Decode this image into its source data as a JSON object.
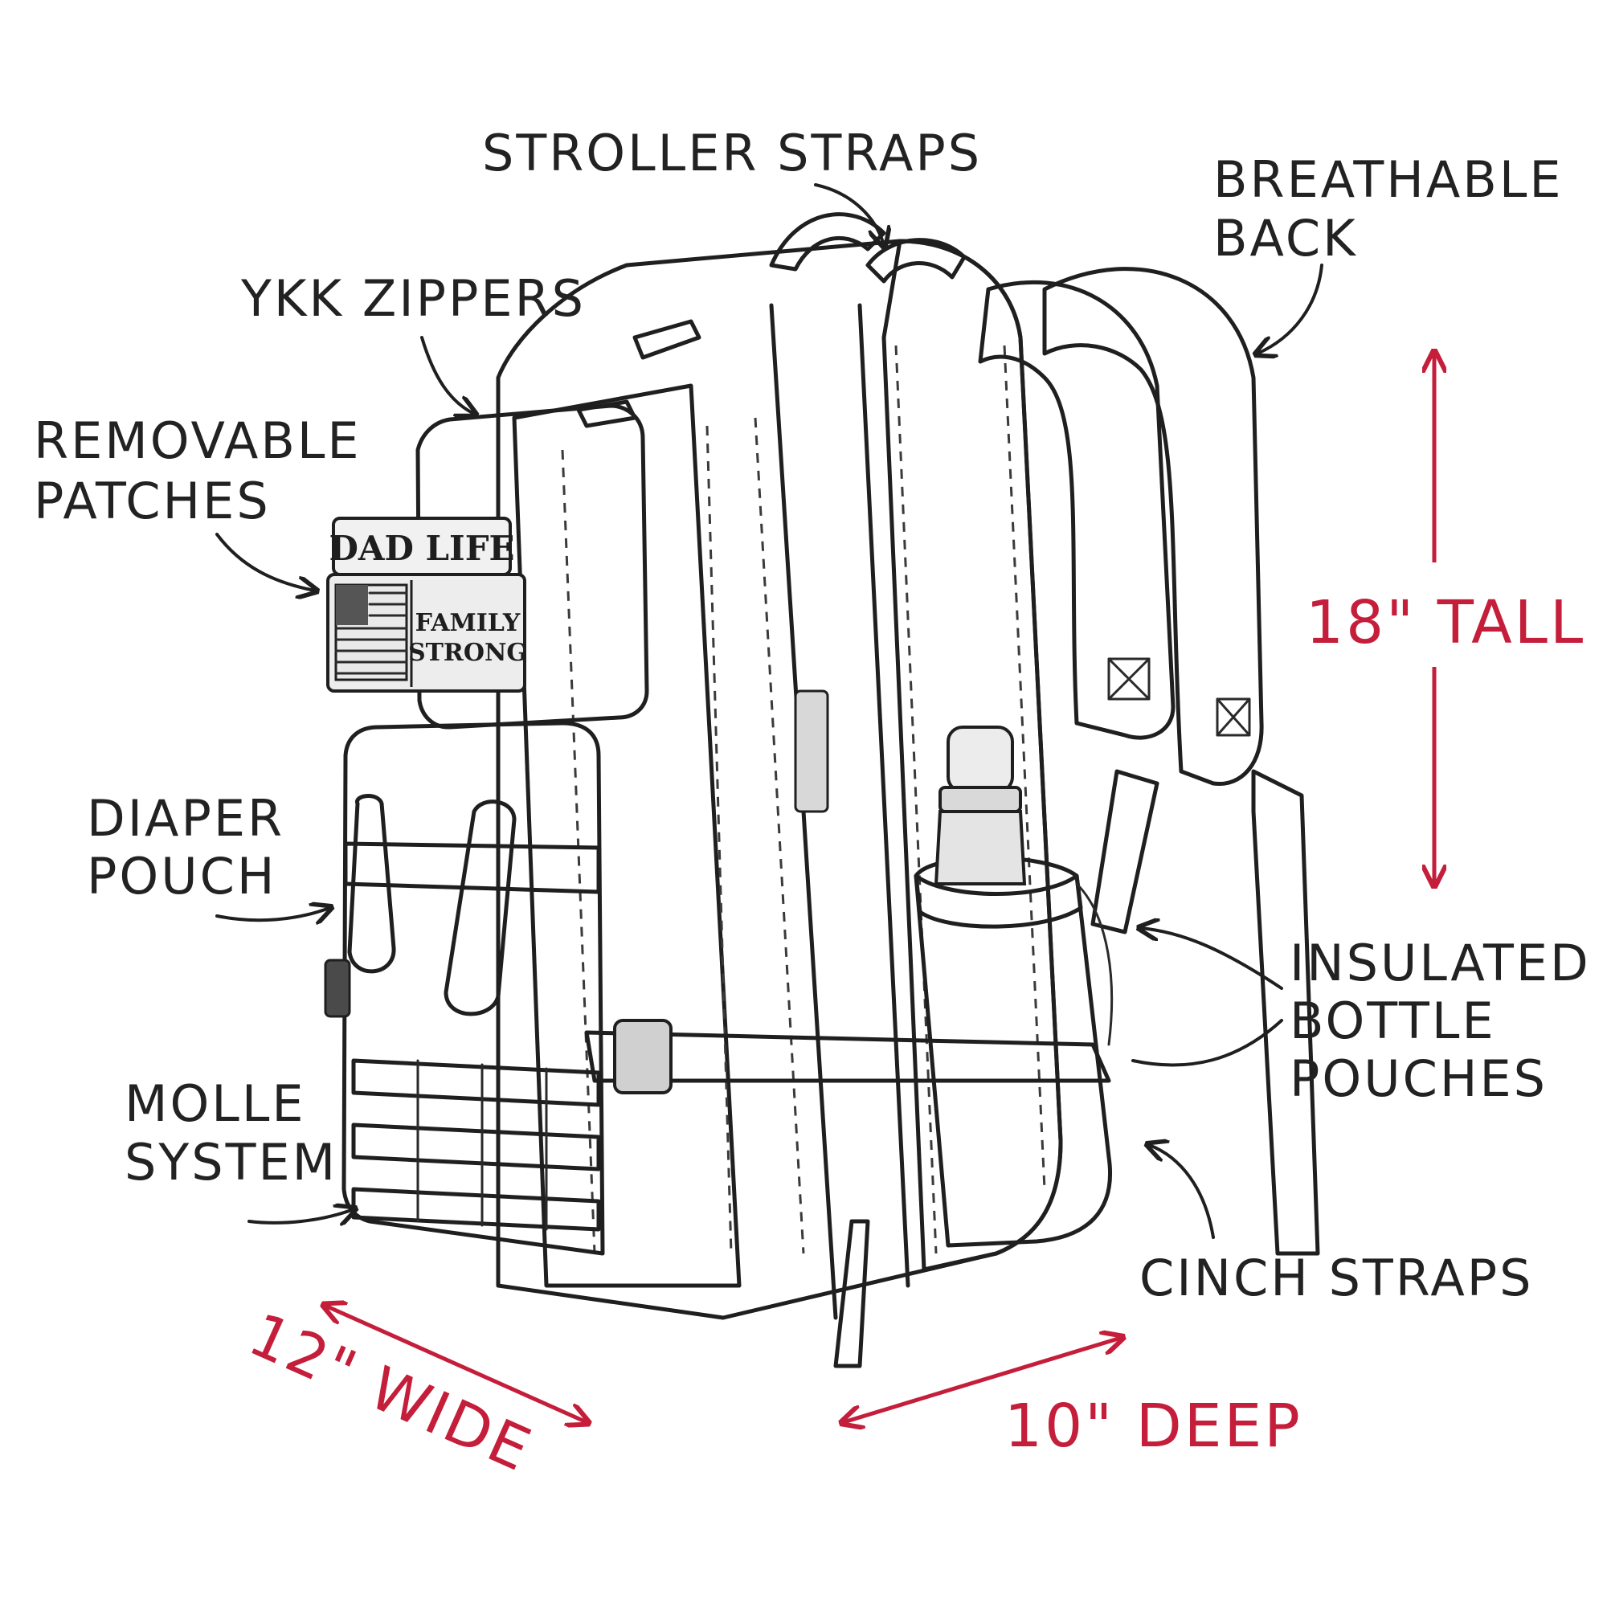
{
  "colors": {
    "ink": "#1f1f1f",
    "dimension": "#c41e3a",
    "fabric_light": "#c9c9c9",
    "fabric_mid": "#9a9a9a",
    "fabric_dark": "#555555",
    "paper": "#ffffff"
  },
  "callouts": {
    "stroller_straps": "STROLLER STRAPS",
    "breathable_back_line1": "BREATHABLE",
    "breathable_back_line2": "BACK",
    "ykk_zippers": "YKK ZIPPERS",
    "removable_patches_line1": "REMOVABLE",
    "removable_patches_line2": "PATCHES",
    "diaper_pouch_line1": "DIAPER",
    "diaper_pouch_line2": "POUCH",
    "molle_system_line1": "MOLLE",
    "molle_system_line2": "SYSTEM",
    "insulated_line1": "INSULATED",
    "insulated_line2": "BOTTLE",
    "insulated_line3": "POUCHES",
    "cinch_straps": "CINCH STRAPS"
  },
  "dimensions": {
    "height": "18\" TALL",
    "width": "12\" WIDE",
    "depth": "10\" DEEP"
  },
  "patches": {
    "top": "DAD LIFE",
    "right_line1": "FAMILY",
    "right_line2": "STRONG"
  },
  "icons": {
    "flag": "us-flag-patch-icon",
    "carabiner": "carabiner-icon",
    "bottle": "insulated-bottle-icon"
  }
}
